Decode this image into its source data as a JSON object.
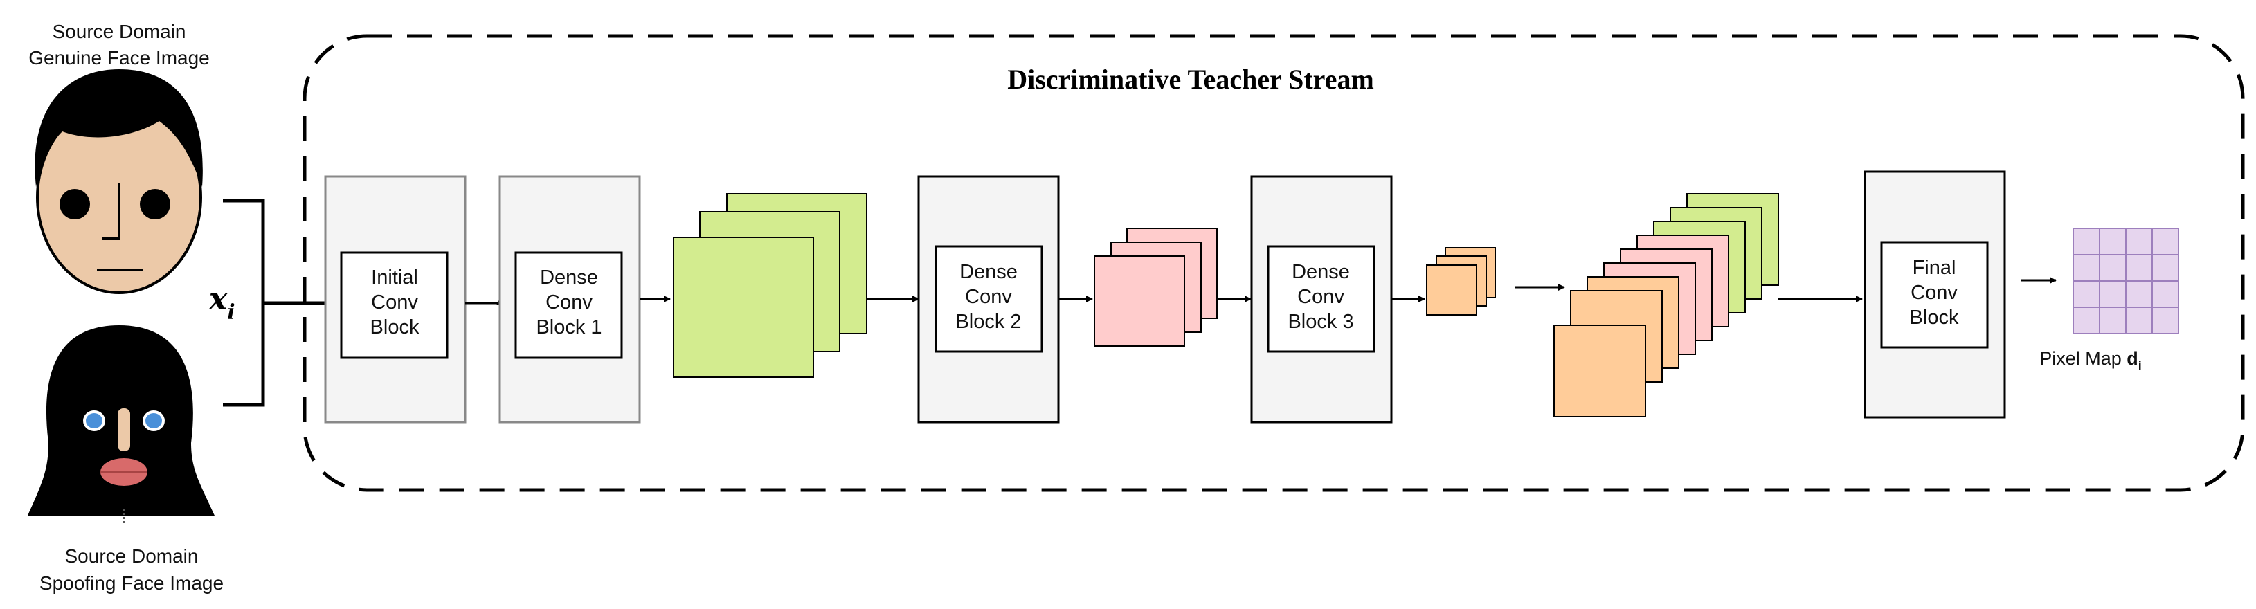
{
  "title": "Discriminative Teacher Stream",
  "inputs": {
    "genuine": {
      "line1": "Source Domain",
      "line2": "Genuine Face Image"
    },
    "spoofing": {
      "line1": "Source Domain",
      "line2": "Spoofing Face Image"
    },
    "variable": {
      "base": "x",
      "sub": "i"
    }
  },
  "blocks": {
    "initial": {
      "line1": "Initial",
      "line2": "Conv",
      "line3": "Block"
    },
    "dense1": {
      "line1": "Dense",
      "line2": "Conv",
      "line3": "Block 1"
    },
    "dense2": {
      "line1": "Dense",
      "line2": "Conv",
      "line3": "Block 2"
    },
    "dense3": {
      "line1": "Dense",
      "line2": "Conv",
      "line3": "Block 3"
    },
    "final": {
      "line1": "Final",
      "line2": "Conv",
      "line3": "Block"
    }
  },
  "output": {
    "label": "Pixel Map ",
    "var": "d",
    "sub": "i"
  },
  "colors": {
    "block_fill": "#f4f4f4",
    "green": "#d3ec8f",
    "pink": "#ffcccc",
    "orange": "#ffcc99",
    "grid": "#e6d5ee",
    "grid_stroke": "#9d7fbd",
    "skin": "#ecc9a8"
  }
}
